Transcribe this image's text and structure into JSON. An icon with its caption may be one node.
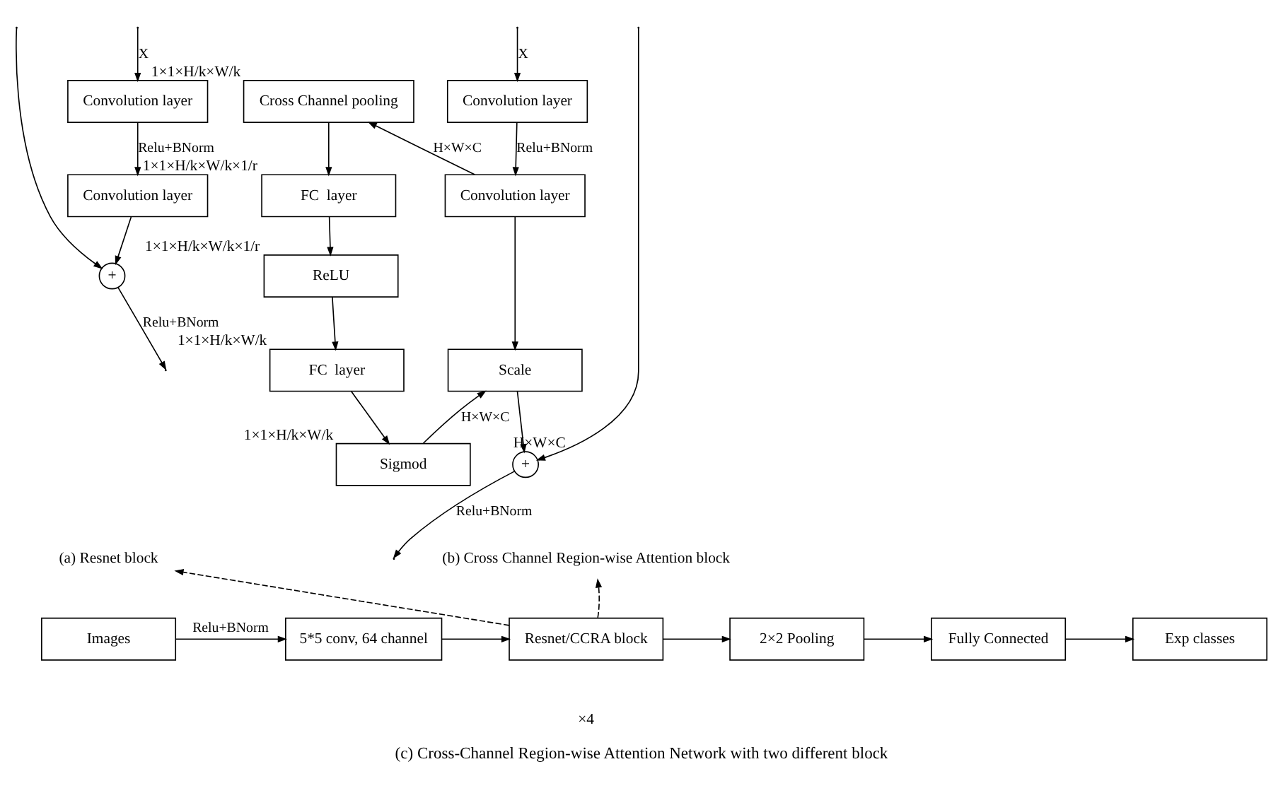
{
  "diagram": {
    "caption": "(c) Cross-Channel Region-wise Attention Network with two different block",
    "nodes": [
      {
        "text": [
          "Convolution layer"
        ]
      },
      {
        "text": [
          "Convolution layer"
        ]
      },
      {
        "text": [
          "+"
        ]
      },
      {
        "text": [
          "Convolution layer"
        ]
      },
      {
        "text": [
          "Convolution layer"
        ]
      },
      {
        "text": [
          "Cross Channel pooling"
        ],
        "beside": [
          "1×1×H/k×W/k"
        ]
      },
      {
        "text": [
          "FC  layer"
        ],
        "beside": [
          "1×1×H/k×W/k×1/r"
        ]
      },
      {
        "text": [
          "ReLU"
        ],
        "beside": [
          "1×1×H/k×W/k×1/r"
        ]
      },
      {
        "text": [
          "FC  layer"
        ],
        "beside": [
          "1×1×H/k×W/k"
        ]
      },
      {
        "text": [
          "Sigmod"
        ],
        "beside": [
          "1×1×H/k×W/k"
        ]
      },
      {
        "text": [
          "Scale"
        ]
      },
      {
        "text": [
          "+"
        ],
        "beside": [
          "H×W×C"
        ]
      },
      {
        "text": [
          "(a) Resnet block"
        ]
      },
      {
        "text": [
          "(b) Cross Channel Region-wise Attention block"
        ]
      },
      {
        "text": [
          "Images"
        ]
      },
      {
        "text": [
          "5*5 conv, 64 channel"
        ]
      },
      {
        "text": [
          "Resnet/CCRA block"
        ]
      },
      {
        "text": [
          "2×2 Pooling"
        ]
      },
      {
        "text": [
          "Fully Connected"
        ]
      },
      {
        "text": [
          "Exp classes"
        ]
      }
    ],
    "edges": [
      {
        "from": null,
        "to": 0,
        "arrow": "to",
        "label": "X"
      },
      {
        "from": 0,
        "to": 1,
        "arrow": "to",
        "label": "Relu+BNorm"
      },
      {
        "from": 1,
        "to": 2,
        "arrow": "to"
      },
      {
        "from": null,
        "to": 2,
        "arrow": "to"
      },
      {
        "from": 2,
        "to": null,
        "arrow": "to",
        "label": "Relu+BNorm"
      },
      {
        "from": null,
        "to": 3,
        "arrow": "to",
        "label": "X"
      },
      {
        "from": 3,
        "to": 4,
        "arrow": "to",
        "label": "Relu+BNorm"
      },
      {
        "from": 4,
        "to": 5,
        "arrow": "to",
        "label": "H×W×C"
      },
      {
        "from": 5,
        "to": 6,
        "arrow": "to"
      },
      {
        "from": 6,
        "to": 7,
        "arrow": "to"
      },
      {
        "from": 7,
        "to": 8,
        "arrow": "to"
      },
      {
        "from": 8,
        "to": 9,
        "arrow": "to"
      },
      {
        "from": 9,
        "to": 10,
        "arrow": "to",
        "label": "H×W×C"
      },
      {
        "from": 4,
        "to": 10,
        "arrow": "to"
      },
      {
        "from": 10,
        "to": 11,
        "arrow": "to"
      },
      {
        "from": null,
        "to": 11,
        "arrow": "to"
      },
      {
        "from": 11,
        "to": null,
        "arrow": "to",
        "label": "Relu+BNorm"
      },
      {
        "from": 16,
        "to": 12,
        "arrow": "to",
        "style": "dashed"
      },
      {
        "from": 16,
        "to": 13,
        "arrow": "to",
        "style": "dashed"
      },
      {
        "from": 14,
        "to": 15,
        "arrow": "to",
        "label": "Relu+BNorm"
      },
      {
        "from": 15,
        "to": 16,
        "arrow": "to"
      },
      {
        "from": 16,
        "to": 17,
        "arrow": "to"
      },
      {
        "from": 17,
        "to": 18,
        "arrow": "to"
      },
      {
        "from": 18,
        "to": 19,
        "arrow": "to"
      }
    ],
    "labels": [
      "×4"
    ]
  }
}
